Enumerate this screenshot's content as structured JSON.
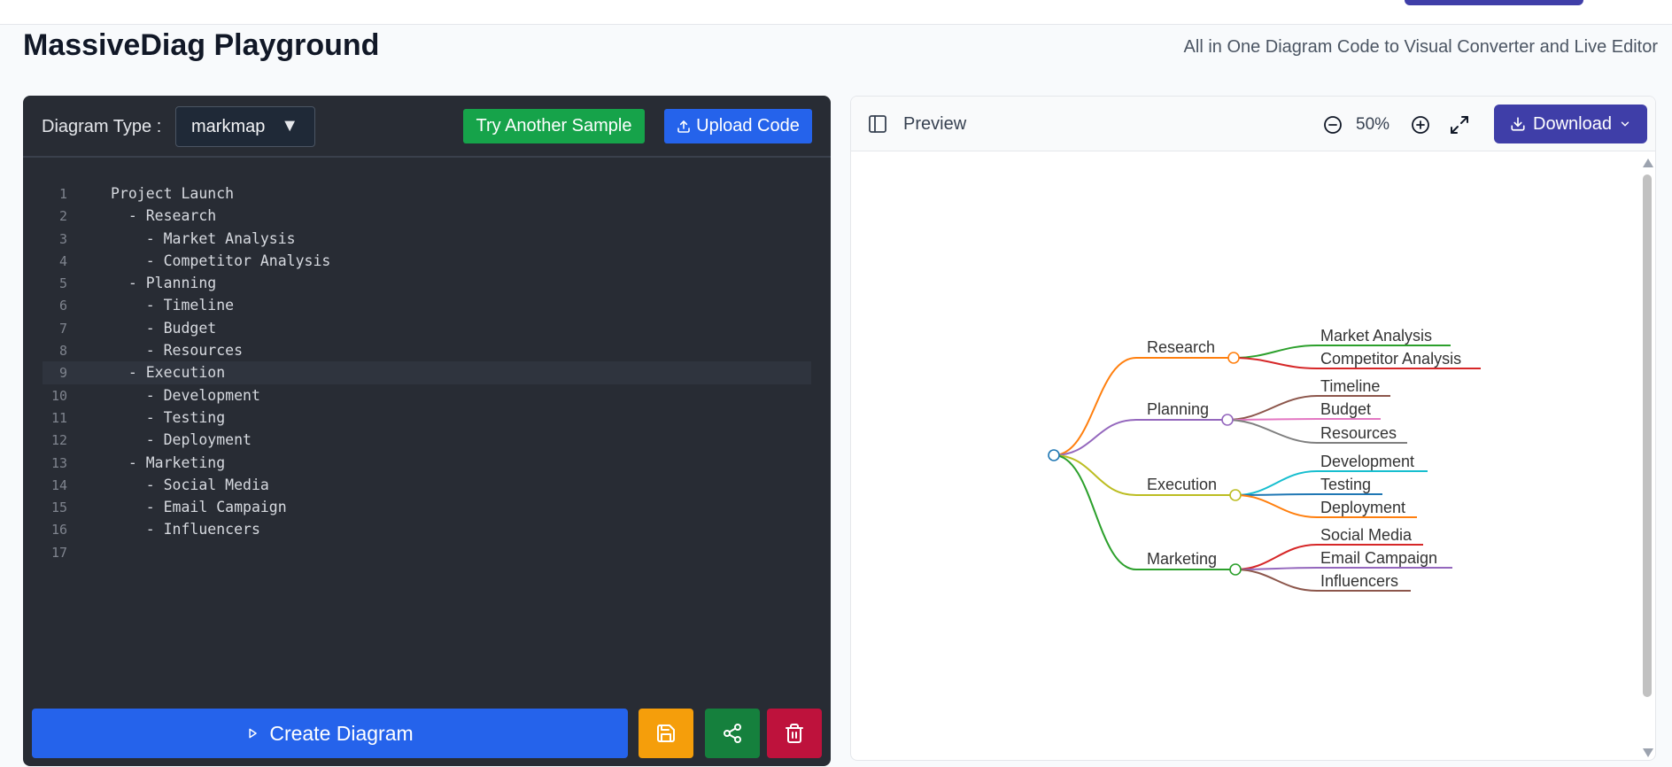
{
  "page": {
    "title": "MassiveDiag Playground",
    "subtitle": "All in One Diagram Code to Visual Converter and Live Editor"
  },
  "editor": {
    "type_label": "Diagram Type :",
    "type_value": "markmap",
    "sample_label": "Try Another Sample",
    "upload_label": "Upload Code",
    "create_label": "Create Diagram",
    "active_line": 9,
    "lines": [
      "Project Launch",
      "  - Research",
      "    - Market Analysis",
      "    - Competitor Analysis",
      "  - Planning",
      "    - Timeline",
      "    - Budget",
      "    - Resources",
      "  - Execution",
      "    - Development",
      "    - Testing",
      "    - Deployment",
      "  - Marketing",
      "    - Social Media",
      "    - Email Campaign",
      "    - Influencers",
      ""
    ]
  },
  "preview": {
    "label": "Preview",
    "zoom": "50%",
    "download_label": "Download"
  },
  "mindmap": {
    "branches": [
      {
        "label": "Research",
        "color": "#ff7f0e",
        "children": [
          {
            "label": "Market Analysis",
            "color": "#2ca02c"
          },
          {
            "label": "Competitor Analysis",
            "color": "#d62728"
          }
        ]
      },
      {
        "label": "Planning",
        "color": "#9467bd",
        "children": [
          {
            "label": "Timeline",
            "color": "#8c564b"
          },
          {
            "label": "Budget",
            "color": "#e377c2"
          },
          {
            "label": "Resources",
            "color": "#7f7f7f"
          }
        ]
      },
      {
        "label": "Execution",
        "color": "#bcbd22",
        "children": [
          {
            "label": "Development",
            "color": "#17becf"
          },
          {
            "label": "Testing",
            "color": "#1f77b4"
          },
          {
            "label": "Deployment",
            "color": "#ff7f0e"
          }
        ]
      },
      {
        "label": "Marketing",
        "color": "#2ca02c",
        "children": [
          {
            "label": "Social Media",
            "color": "#d62728"
          },
          {
            "label": "Email Campaign",
            "color": "#9467bd"
          },
          {
            "label": "Influencers",
            "color": "#8c564b"
          }
        ]
      }
    ],
    "root_color": "#1f77b4"
  },
  "colors": {
    "accent": "#2563eb",
    "success": "#16a34a",
    "warning": "#f59e0b",
    "danger": "#be123c",
    "download": "#3f3ea8"
  }
}
